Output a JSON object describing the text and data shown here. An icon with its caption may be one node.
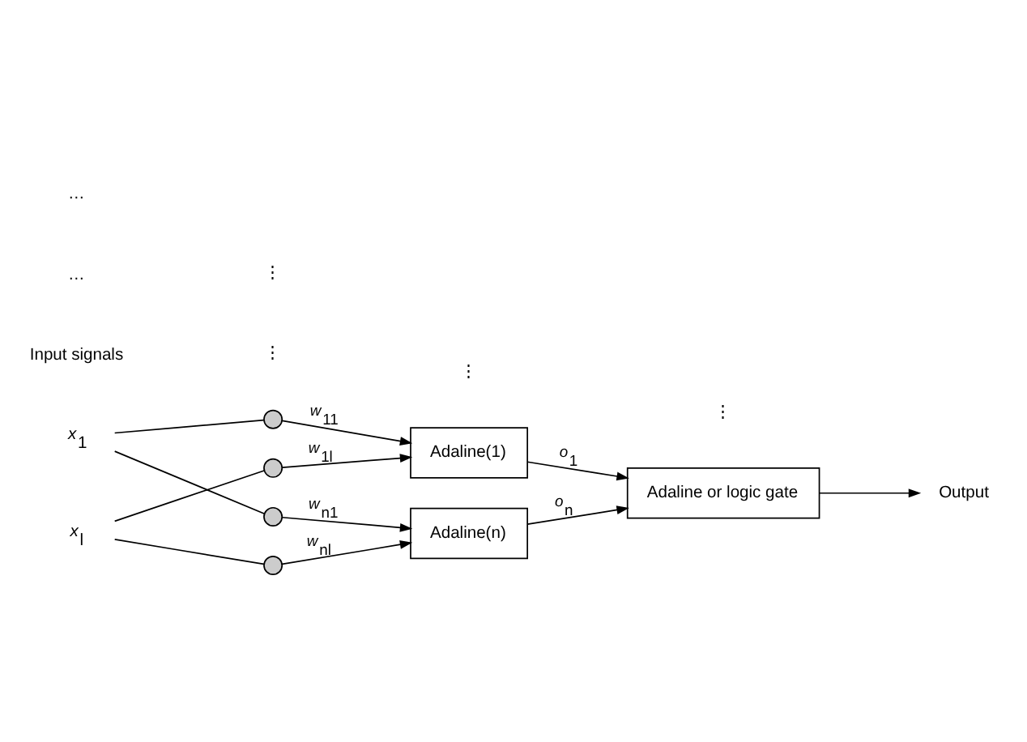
{
  "diagram": {
    "nodes": [
      {
        "text": [
          "*x*$_{1}$"
        ]
      },
      {
        "text": [
          "*x*$_{l}$"
        ]
      },
      {
        "text": [],
        "shape": "circle"
      },
      {
        "text": [],
        "shape": "circle"
      },
      {
        "text": [],
        "shape": "circle"
      },
      {
        "text": [],
        "shape": "circle"
      },
      {
        "text": [
          "Adaline(1)"
        ]
      },
      {
        "text": [
          "Adaline(n)"
        ]
      },
      {
        "text": [
          "Adaline or logic gate"
        ]
      },
      {
        "text": [
          "Output"
        ]
      }
    ],
    "edges": [
      {
        "from": 0,
        "to": 2,
        "arrow": "none"
      },
      {
        "from": 0,
        "to": 4,
        "arrow": "none"
      },
      {
        "from": 1,
        "to": 3,
        "arrow": "none"
      },
      {
        "from": 1,
        "to": 5,
        "arrow": "none"
      },
      {
        "from": 2,
        "to": 6,
        "arrow": "to",
        "label": "*w*$_{11}$"
      },
      {
        "from": 3,
        "to": 6,
        "arrow": "to",
        "label": "*w*$_{1l}$"
      },
      {
        "from": 4,
        "to": 7,
        "arrow": "to",
        "label": "*w*$_{n1}$"
      },
      {
        "from": 5,
        "to": 7,
        "arrow": "to",
        "label": "*w*$_{nl}$"
      },
      {
        "from": 6,
        "to": 8,
        "arrow": "to",
        "label": "*o*$_{1}$"
      },
      {
        "from": 7,
        "to": 8,
        "arrow": "to",
        "label": "*o*$_{n}$"
      },
      {
        "from": 8,
        "to": 9,
        "arrow": "to"
      }
    ],
    "labels": [
      "Input signals",
      "…",
      "⋮",
      "…",
      "⋮",
      "⋮",
      "⋮"
    ]
  }
}
